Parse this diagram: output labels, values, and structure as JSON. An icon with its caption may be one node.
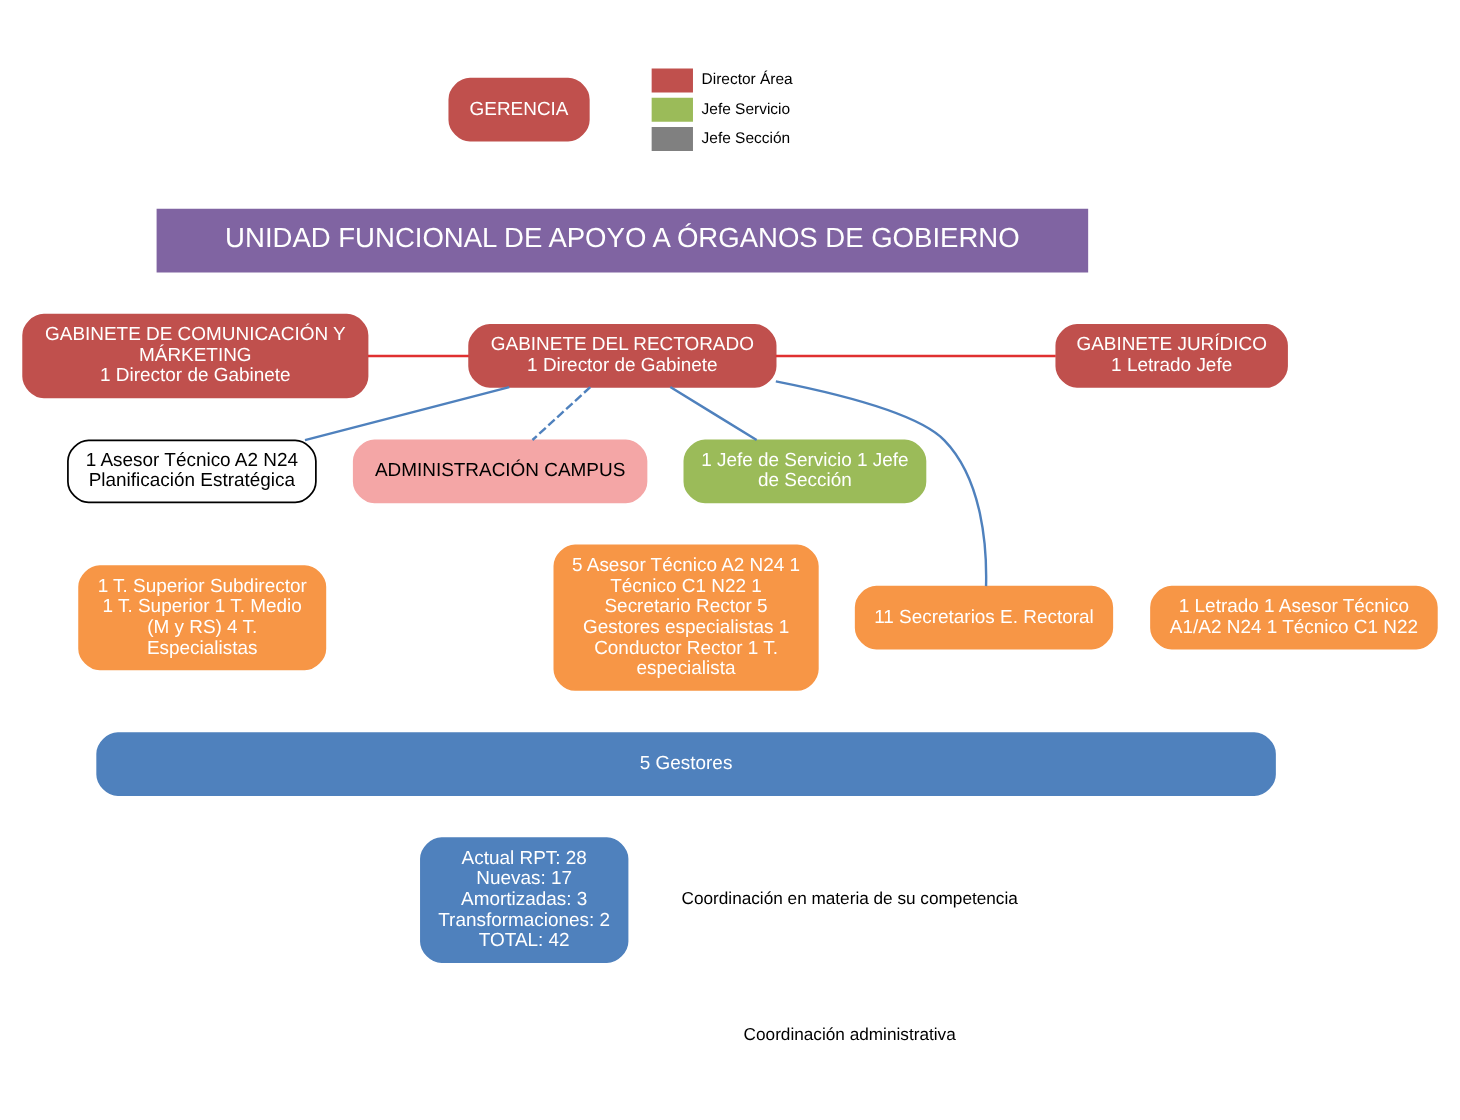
{
  "diagram": {
    "nodes": [
      {
        "text": [
          "GERENCIA"
        ]
      },
      {
        "text": [
          "UNIDAD FUNCIONAL DE APOYO A ÓRGANOS DE GOBIERNO"
        ]
      },
      {
        "text": [
          "GABINETE DE COMUNICACIÓN Y MÁRKETING",
          "1 Director de Gabinete"
        ]
      },
      {
        "text": [
          "GABINETE DEL RECTORADO",
          "1 Director de Gabinete"
        ]
      },
      {
        "text": [
          "GABINETE JURÍDICO",
          "1 Letrado Jefe"
        ]
      },
      {
        "text": [
          "1 Asesor Técnico A2 N24 Planificación Estratégica"
        ]
      },
      {
        "text": [
          "ADMINISTRACIÓN CAMPUS"
        ]
      },
      {
        "text": [
          "1 Jefe de Servicio 1 Jefe de Sección"
        ]
      },
      {
        "text": [
          "1 T. Superior Subdirector 1 T. Superior 1 T. Medio (M y RS) 4 T. Especialistas"
        ]
      },
      {
        "text": [
          "5 Asesor Técnico A2 N24 1 Técnico C1 N22 1 Secretario Rector 5 Gestores especialistas 1 Conductor Rector 1 T. especialista"
        ]
      },
      {
        "text": [
          "11 Secretarios E. Rectoral"
        ]
      },
      {
        "text": [
          "1 Letrado 1 Asesor Técnico A1/A2 N24 1 Técnico C1 N22"
        ]
      },
      {
        "text": [
          "5 Gestores"
        ]
      },
      {
        "text": [
          "Actual RPT: 28",
          "Nuevas: 17",
          "Amortizadas: 3",
          "Transformaciones: 2",
          "TOTAL: 42"
        ]
      }
    ],
    "edges": [
      {
        "from": 2,
        "to": 3,
        "arrow": "none",
        "color": "#e03030"
      },
      {
        "from": 3,
        "to": 4,
        "arrow": "none",
        "color": "#e03030"
      },
      {
        "from": 3,
        "to": 5,
        "arrow": "none"
      },
      {
        "from": 3,
        "to": 6,
        "arrow": "none",
        "style": "dashed"
      },
      {
        "from": 3,
        "to": 7,
        "arrow": "none"
      },
      {
        "from": 3,
        "to": 10,
        "arrow": "none"
      }
    ],
    "legend": [
      {
        "text": "Director Área",
        "color": "#c0504d"
      },
      {
        "text": "Jefe Servicio",
        "color": "#9bbb59"
      },
      {
        "text": "Jefe Sección",
        "color": "#808080"
      },
      {
        "text": "Coordinación en materia de su competencia"
      },
      {
        "text": "Coordinación administrativa"
      }
    ]
  }
}
